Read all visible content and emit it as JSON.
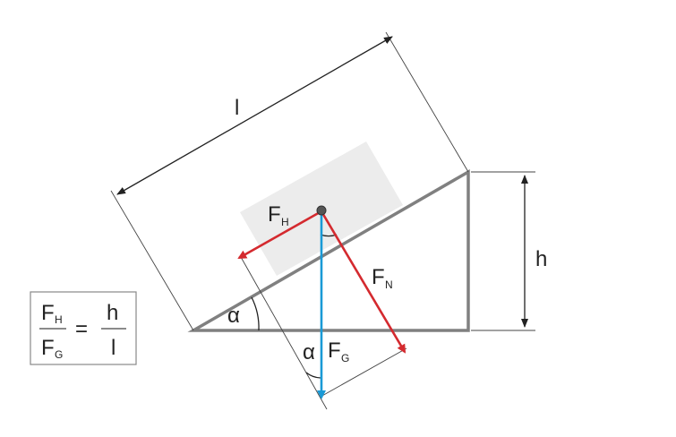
{
  "labels": {
    "length": "l",
    "height": "h",
    "angle_base": "α",
    "angle_force": "α",
    "force_hangabtrieb": {
      "symbol": "F",
      "subscript": "H"
    },
    "force_normal": {
      "symbol": "F",
      "subscript": "N"
    },
    "force_gravity": {
      "symbol": "F",
      "subscript": "G"
    }
  },
  "formula": {
    "left_numerator": {
      "symbol": "F",
      "subscript": "H"
    },
    "left_denominator": {
      "symbol": "F",
      "subscript": "G"
    },
    "equals": "=",
    "right_numerator": "h",
    "right_denominator": "l"
  },
  "colors": {
    "incline": "#808080",
    "dimension_lines": "#444444",
    "block_fill": "#ececec",
    "force_red": "#d42a2f",
    "force_blue": "#1a9ad6",
    "formula_border": "#888888"
  }
}
